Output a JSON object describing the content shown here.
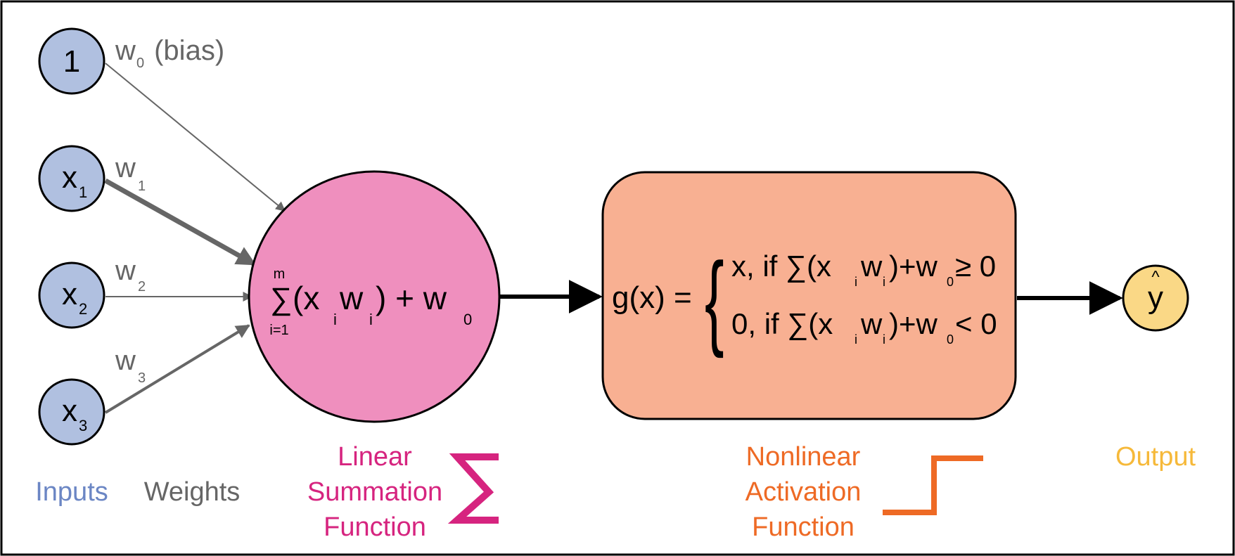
{
  "inputs": [
    {
      "main": "1",
      "sub": ""
    },
    {
      "main": "x",
      "sub": "1"
    },
    {
      "main": "x",
      "sub": "2"
    },
    {
      "main": "x",
      "sub": "3"
    }
  ],
  "weights": [
    {
      "main": "w",
      "sub": "0",
      "suffix": " (bias)"
    },
    {
      "main": "w",
      "sub": "1",
      "suffix": ""
    },
    {
      "main": "w",
      "sub": "2",
      "suffix": ""
    },
    {
      "main": "w",
      "sub": "3",
      "suffix": ""
    }
  ],
  "summation": {
    "sigma": "∑",
    "upper": "m",
    "lower": "i=1",
    "open": "(x",
    "sub_i1": "i",
    "w": "w",
    "sub_i2": "i",
    "close": ") + w",
    "sub0": "0"
  },
  "activation": {
    "lhs": "g(x) =",
    "brace": "{",
    "case1": {
      "a": "x, if ∑(x",
      "i1": "i",
      "b": "w",
      "i2": "i",
      "c": ")+w",
      "z": "0",
      "d": "≥ 0"
    },
    "case2": {
      "a": "0, if ∑(x",
      "i1": "i",
      "b": "w",
      "i2": "i",
      "c": ")+w",
      "z": "0",
      "d": "< 0"
    }
  },
  "output": {
    "symbol": "y",
    "hat": "^"
  },
  "labels": {
    "inputs": "Inputs",
    "weights": "Weights",
    "linear": [
      "Linear",
      "Summation",
      "Function"
    ],
    "nonlinear": [
      "Nonlinear",
      "Activation",
      "Function"
    ],
    "output": "Output"
  },
  "colors": {
    "input_fill": "#b0c0e0",
    "sum_fill": "#ef8fbe",
    "act_fill": "#f8b092",
    "out_fill": "#fad886",
    "inputs_label": "#6b86c4",
    "weights_label": "#666666",
    "linear_label": "#d6247f",
    "nonlinear_label": "#ee6a25",
    "output_label": "#f6b93a"
  },
  "icons": {
    "summation": "sigma-icon",
    "activation": "step-function-icon"
  }
}
